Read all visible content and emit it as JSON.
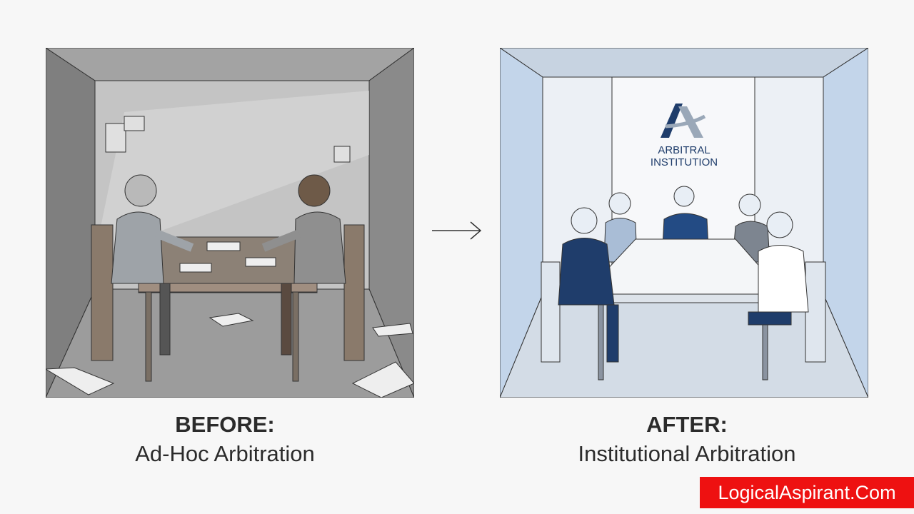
{
  "before": {
    "title": "BEFORE:",
    "subtitle": "Ad-Hoc Arbitration"
  },
  "after": {
    "title": "AFTER:",
    "subtitle": "Institutional Arbitration",
    "sign_line1": "ARBITRAL",
    "sign_line2": "INSTITUTION"
  },
  "watermark": "LogicalAspirant.Com",
  "colors": {
    "before_tone": "#9a9a9a",
    "after_tone": "#dfe7f0",
    "navy": "#1f3d6b",
    "badge": "#ee1111"
  }
}
